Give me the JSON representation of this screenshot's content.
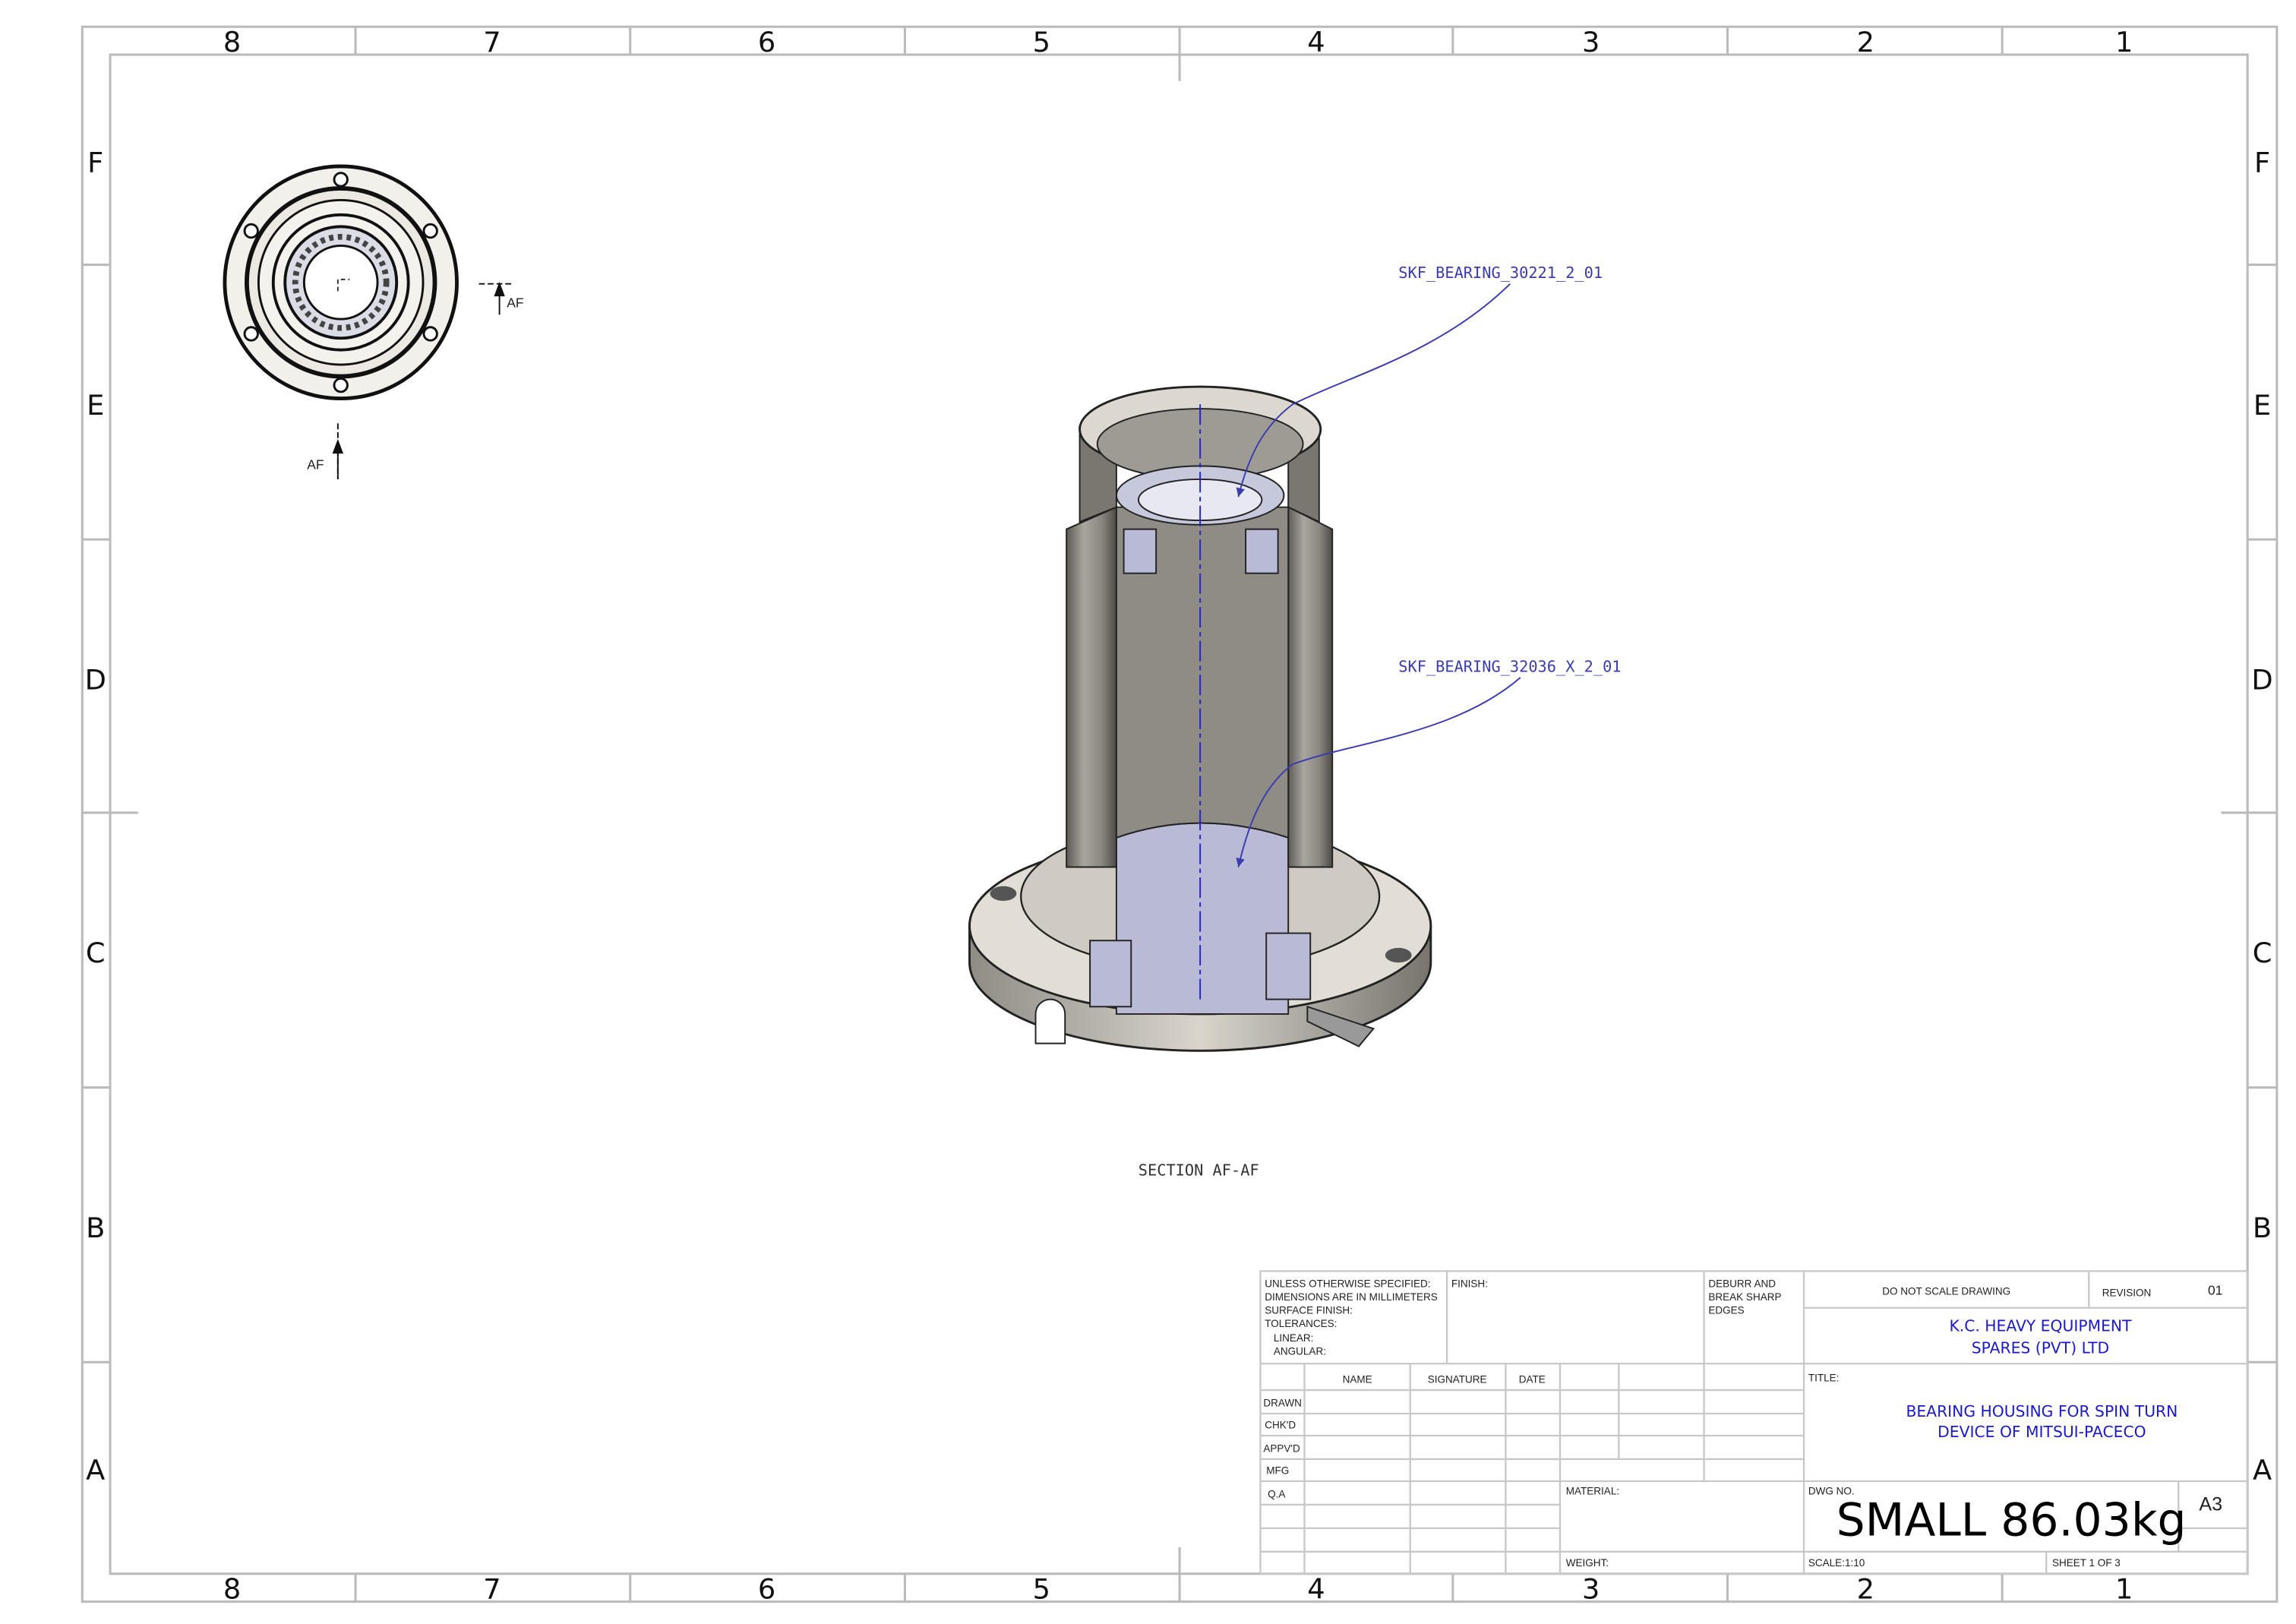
{
  "border": {
    "columns": [
      "8",
      "7",
      "6",
      "5",
      "4",
      "3",
      "2",
      "1"
    ],
    "rows": [
      "F",
      "E",
      "D",
      "C",
      "B",
      "A"
    ]
  },
  "views": {
    "section_arrow_label": "AF",
    "section_title": "SECTION AF-AF",
    "balloon_1": "SKF_BEARING_30221_2_01",
    "balloon_2": "SKF_BEARING_32036_X_2_01"
  },
  "title_block": {
    "tolerances": [
      "UNLESS OTHERWISE SPECIFIED:",
      "DIMENSIONS ARE IN MILLIMETERS",
      "SURFACE FINISH:",
      "TOLERANCES:",
      "  LINEAR:",
      "  ANGULAR:"
    ],
    "finish_label": "FINISH:",
    "deburr": [
      "DEBURR AND",
      "BREAK SHARP",
      "EDGES"
    ],
    "do_not_scale": "DO NOT SCALE DRAWING",
    "revision_label": "REVISION",
    "revision_value": "01",
    "company": [
      "K.C. HEAVY EQUIPMENT",
      "SPARES (PVT) LTD"
    ],
    "headers": [
      "NAME",
      "SIGNATURE",
      "DATE"
    ],
    "roles": [
      "DRAWN",
      "CHK'D",
      "APPV'D",
      "MFG",
      "Q.A"
    ],
    "title_label": "TITLE:",
    "title": [
      "BEARING HOUSING FOR SPIN TURN",
      "DEVICE OF MITSUI-PACECO"
    ],
    "material_label": "MATERIAL:",
    "weight_label": "WEIGHT:",
    "dwg_no_label": "DWG NO.",
    "dwg_no": "SMALL 86.03kg",
    "size": "A3",
    "scale": "SCALE:1:10",
    "sheet": "SHEET 1 OF 3"
  },
  "colors": {
    "annotation": "#3b3bb0",
    "company_text": "#1a1acc",
    "border": "#bbbbbb"
  }
}
